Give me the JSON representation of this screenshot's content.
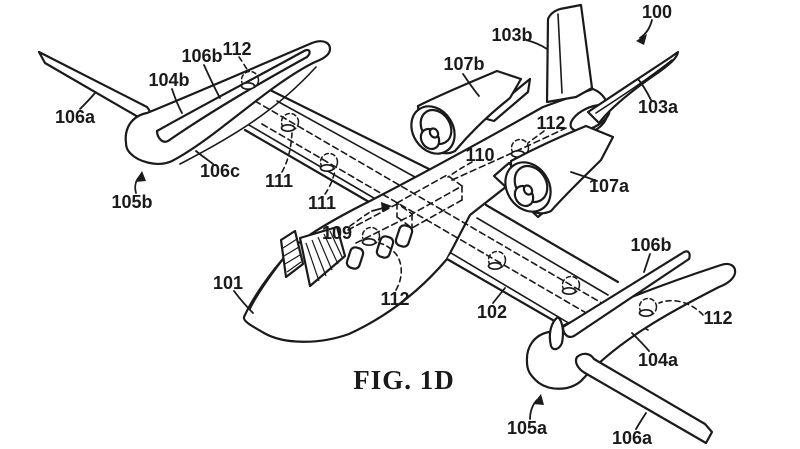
{
  "colors": {
    "background": "#ffffff",
    "ink": "#1a1a1a"
  },
  "figure_caption": "FIG. 1D",
  "reference_labels": {
    "l100": "100",
    "l101": "101",
    "l102": "102",
    "l103a": "103a",
    "l103b": "103b",
    "l104a": "104a",
    "l104b": "104b",
    "l105a": "105a",
    "l105b": "105b",
    "l106a_left": "106a",
    "l106a_right": "106a",
    "l106b_left": "106b",
    "l106b_right": "106b",
    "l106c": "106c",
    "l107a": "107a",
    "l107b": "107b",
    "l109": "109",
    "l110": "110",
    "l111_upper": "111",
    "l111_lower": "111",
    "l112_left_pod": "112",
    "l112_mid_fuselage": "112",
    "l112_top_fuselage": "112",
    "l112_right_pod": "112"
  }
}
